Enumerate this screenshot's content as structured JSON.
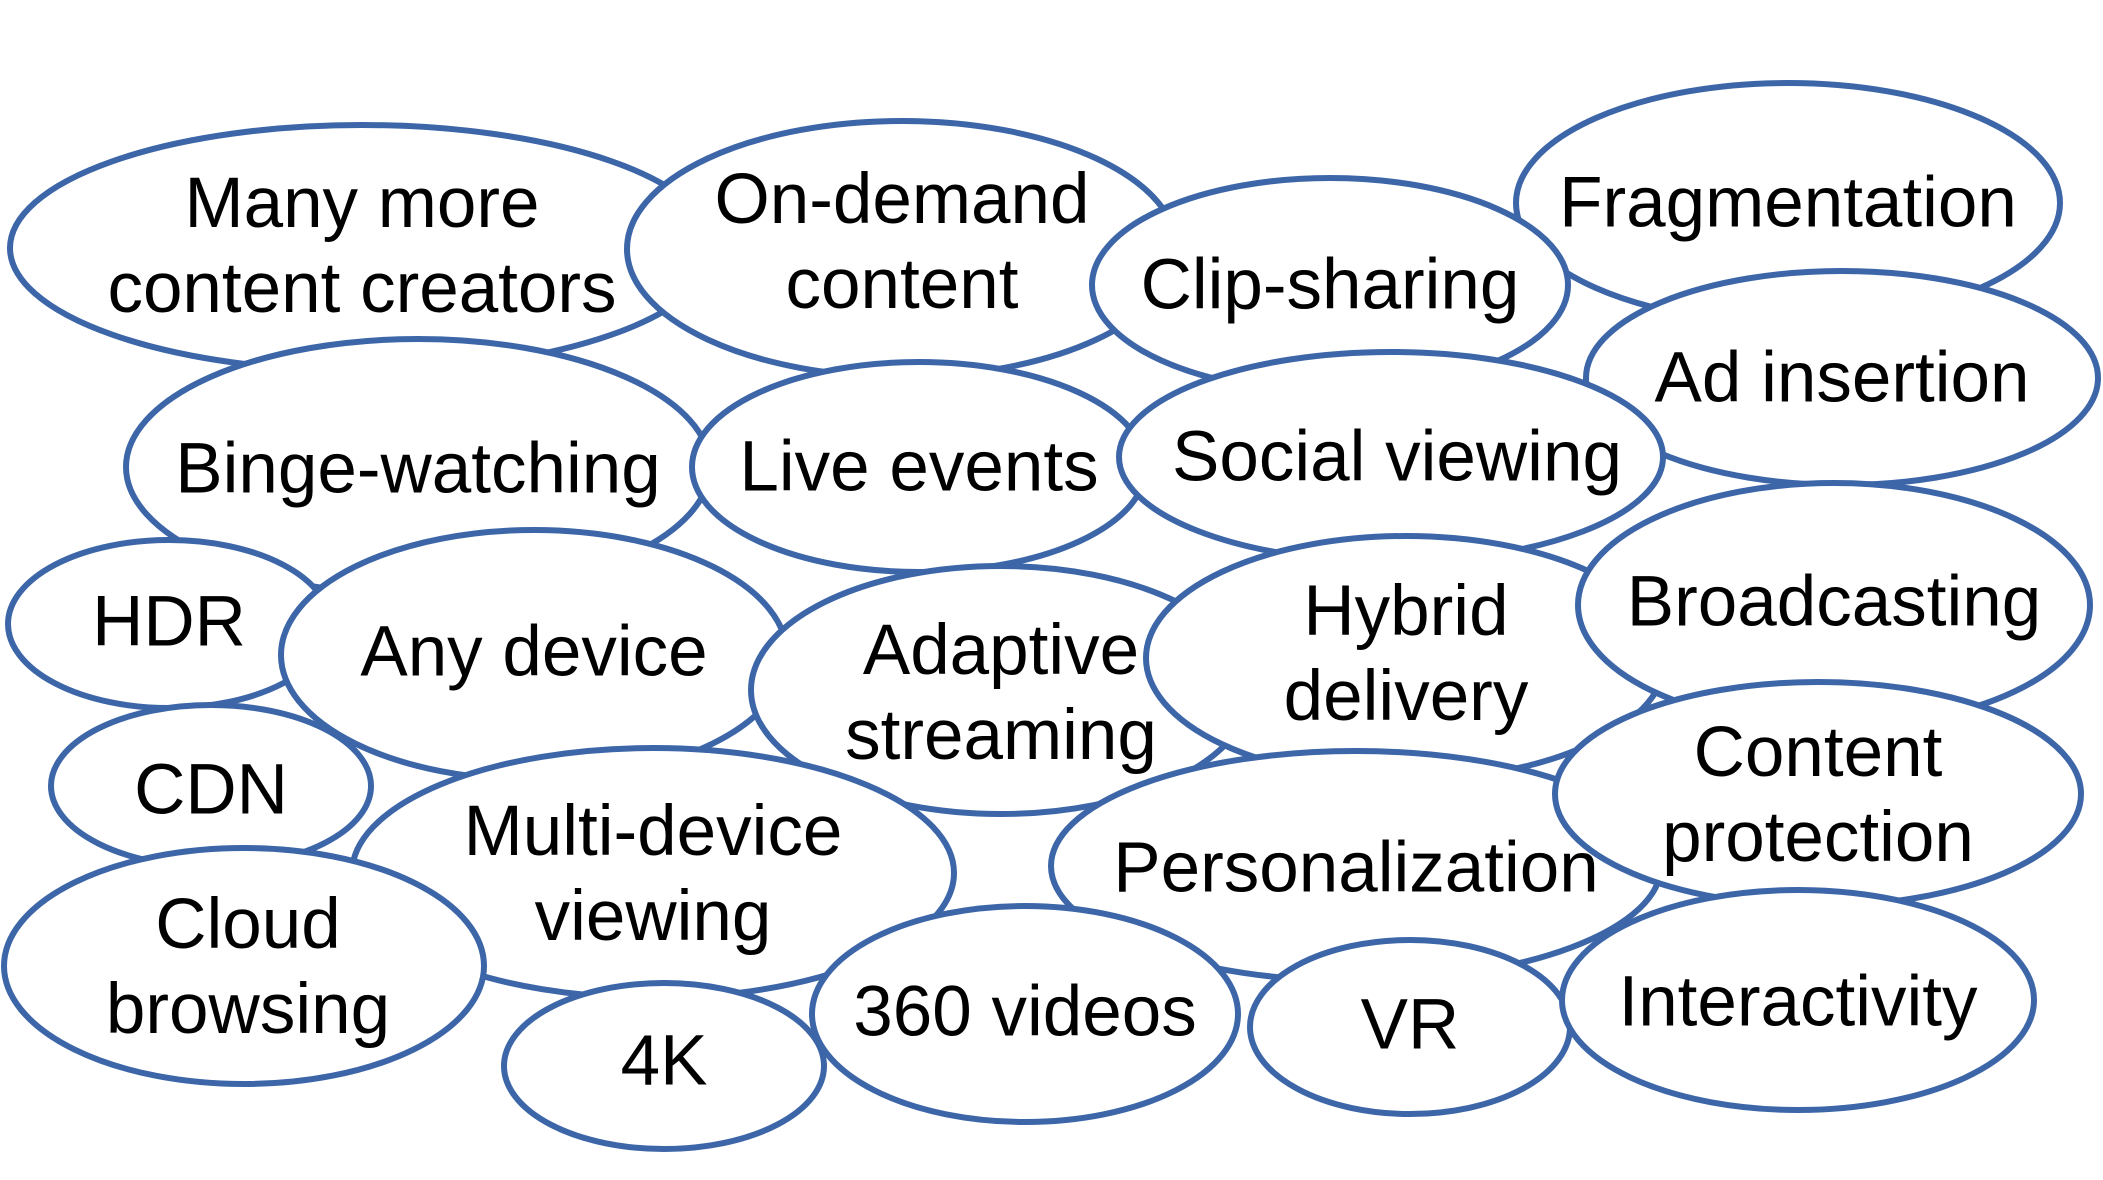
{
  "colors": {
    "ellipse_stroke": "#3d66a8",
    "ellipse_fill": "#ffffff",
    "text": "#000000"
  },
  "bubbles": [
    {
      "id": "many-more-content-creators",
      "lines": [
        "Many more",
        "content creators"
      ]
    },
    {
      "id": "on-demand-content",
      "lines": [
        "On-demand",
        "content"
      ]
    },
    {
      "id": "fragmentation",
      "lines": [
        "Fragmentation"
      ]
    },
    {
      "id": "clip-sharing",
      "lines": [
        "Clip-sharing"
      ]
    },
    {
      "id": "ad-insertion",
      "lines": [
        "Ad insertion"
      ]
    },
    {
      "id": "binge-watching",
      "lines": [
        "Binge-watching"
      ]
    },
    {
      "id": "live-events",
      "lines": [
        "Live events"
      ]
    },
    {
      "id": "social-viewing",
      "lines": [
        "Social viewing"
      ]
    },
    {
      "id": "hdr",
      "lines": [
        "HDR"
      ]
    },
    {
      "id": "any-device",
      "lines": [
        "Any device"
      ]
    },
    {
      "id": "adaptive-streaming",
      "lines": [
        "Adaptive",
        "streaming"
      ]
    },
    {
      "id": "hybrid-delivery",
      "lines": [
        "Hybrid",
        "delivery"
      ]
    },
    {
      "id": "broadcasting",
      "lines": [
        "Broadcasting"
      ]
    },
    {
      "id": "cdn",
      "lines": [
        "CDN"
      ]
    },
    {
      "id": "multi-device-viewing",
      "lines": [
        "Multi-device",
        "viewing"
      ]
    },
    {
      "id": "personalization",
      "lines": [
        "Personalization"
      ]
    },
    {
      "id": "content-protection",
      "lines": [
        "Content",
        "protection"
      ]
    },
    {
      "id": "cloud-browsing",
      "lines": [
        "Cloud",
        "browsing"
      ]
    },
    {
      "id": "4k",
      "lines": [
        "4K"
      ]
    },
    {
      "id": "360-videos",
      "lines": [
        "360 videos"
      ]
    },
    {
      "id": "vr",
      "lines": [
        "VR"
      ]
    },
    {
      "id": "interactivity",
      "lines": [
        "Interactivity"
      ]
    }
  ]
}
